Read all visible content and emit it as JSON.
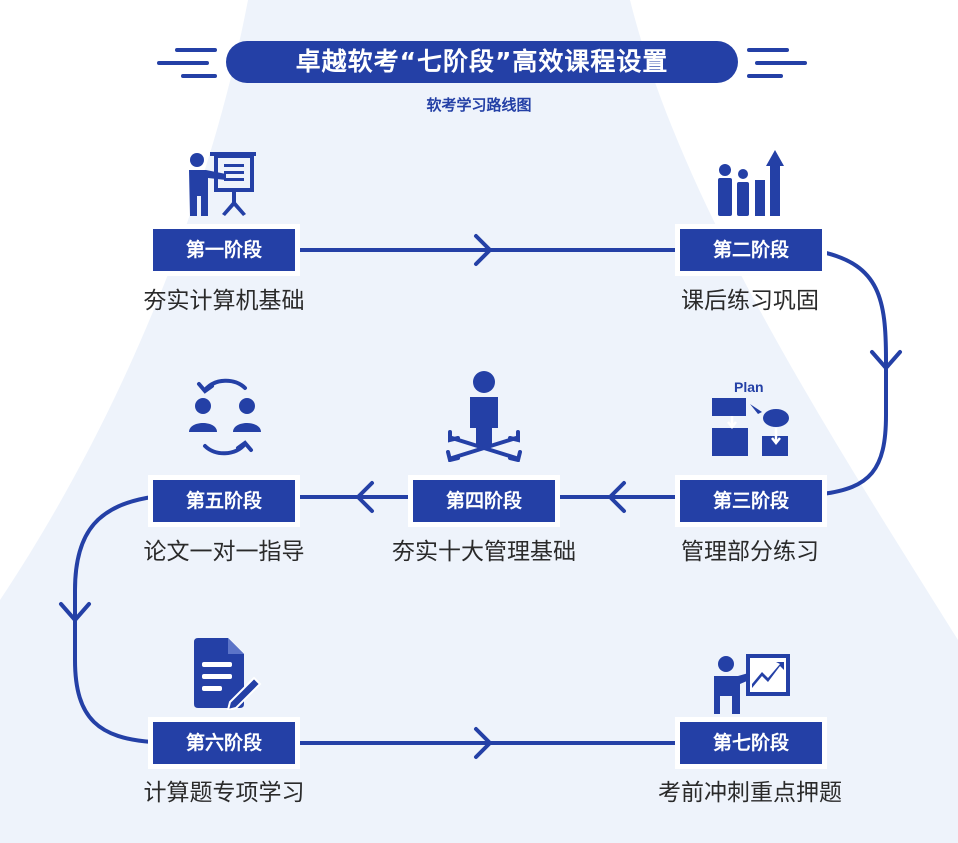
{
  "title": "卓越软考“七阶段”高效课程设置",
  "subtitle": "软考学习路线图",
  "icons": {
    "plan_label": "Plan"
  },
  "stages": [
    {
      "label": "第一阶段",
      "desc": "夯实计算机基础",
      "icon": "presentation-board-icon"
    },
    {
      "label": "第二阶段",
      "desc": "课后练习巩固",
      "icon": "growth-chart-icon"
    },
    {
      "label": "第三阶段",
      "desc": "管理部分练习",
      "icon": "plan-flowchart-icon"
    },
    {
      "label": "第四阶段",
      "desc": "夯实十大管理基础",
      "icon": "person-crossroads-icon"
    },
    {
      "label": "第五阶段",
      "desc": "论文一对一指导",
      "icon": "mentoring-exchange-icon"
    },
    {
      "label": "第六阶段",
      "desc": "计算题专项学习",
      "icon": "document-edit-icon"
    },
    {
      "label": "第七阶段",
      "desc": "考前冲刺重点押题",
      "icon": "presenter-chart-icon"
    }
  ],
  "colors": {
    "primary": "#2440a6",
    "background_shape": "#eef3fb",
    "text": "#2a2a2a"
  }
}
